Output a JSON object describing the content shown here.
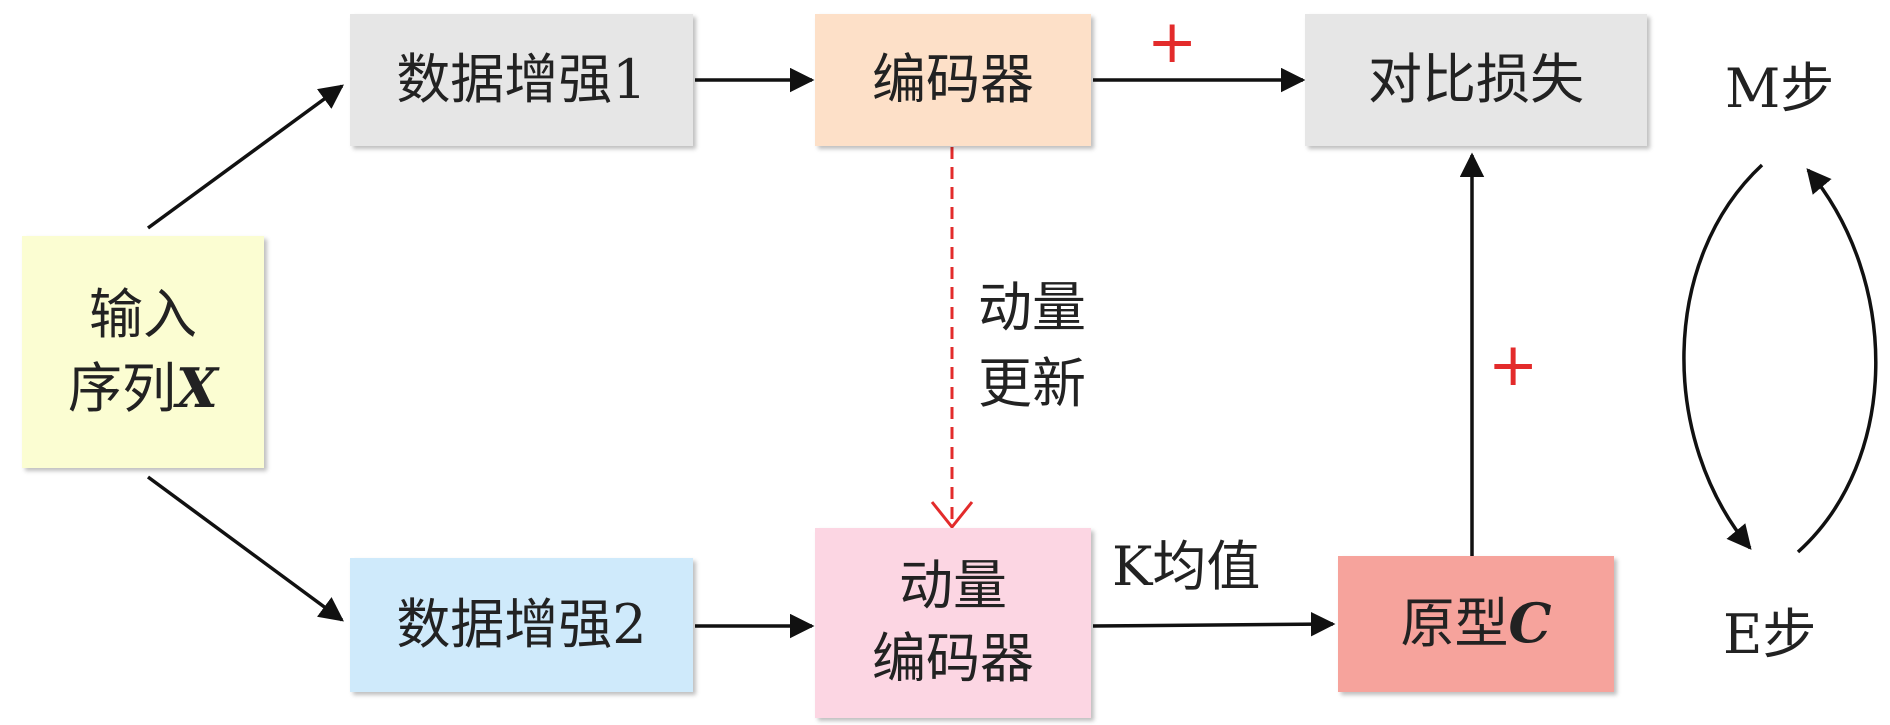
{
  "nodes": {
    "input": {
      "line1": "输入",
      "line2_text": "序列",
      "line2_symbol": "X",
      "color": "#fbfdd2"
    },
    "aug1": {
      "label": "数据增强1",
      "color": "#e6e6e6"
    },
    "aug2": {
      "label": "数据增强2",
      "color": "#cfeafb"
    },
    "encoder": {
      "label": "编码器",
      "color": "#fde0c8"
    },
    "momentum_encoder": {
      "line1": "动量",
      "line2": "编码器",
      "color": "#fcd6e3"
    },
    "contrastive_loss": {
      "label": "对比损失",
      "color": "#e6e6e6"
    },
    "prototype": {
      "label_text": "原型",
      "label_symbol": "C",
      "color": "#f6a39c"
    }
  },
  "edge_labels": {
    "momentum_update": {
      "line1": "动量",
      "line2": "更新"
    },
    "kmeans": "K均值",
    "plus_top": "+",
    "plus_right": "+"
  },
  "em_cycle": {
    "m_step": "M步",
    "e_step": "E步"
  },
  "colors": {
    "dashed_arrow": "#e32b2b",
    "plus": "#e32b2b",
    "arrow": "#111111"
  }
}
